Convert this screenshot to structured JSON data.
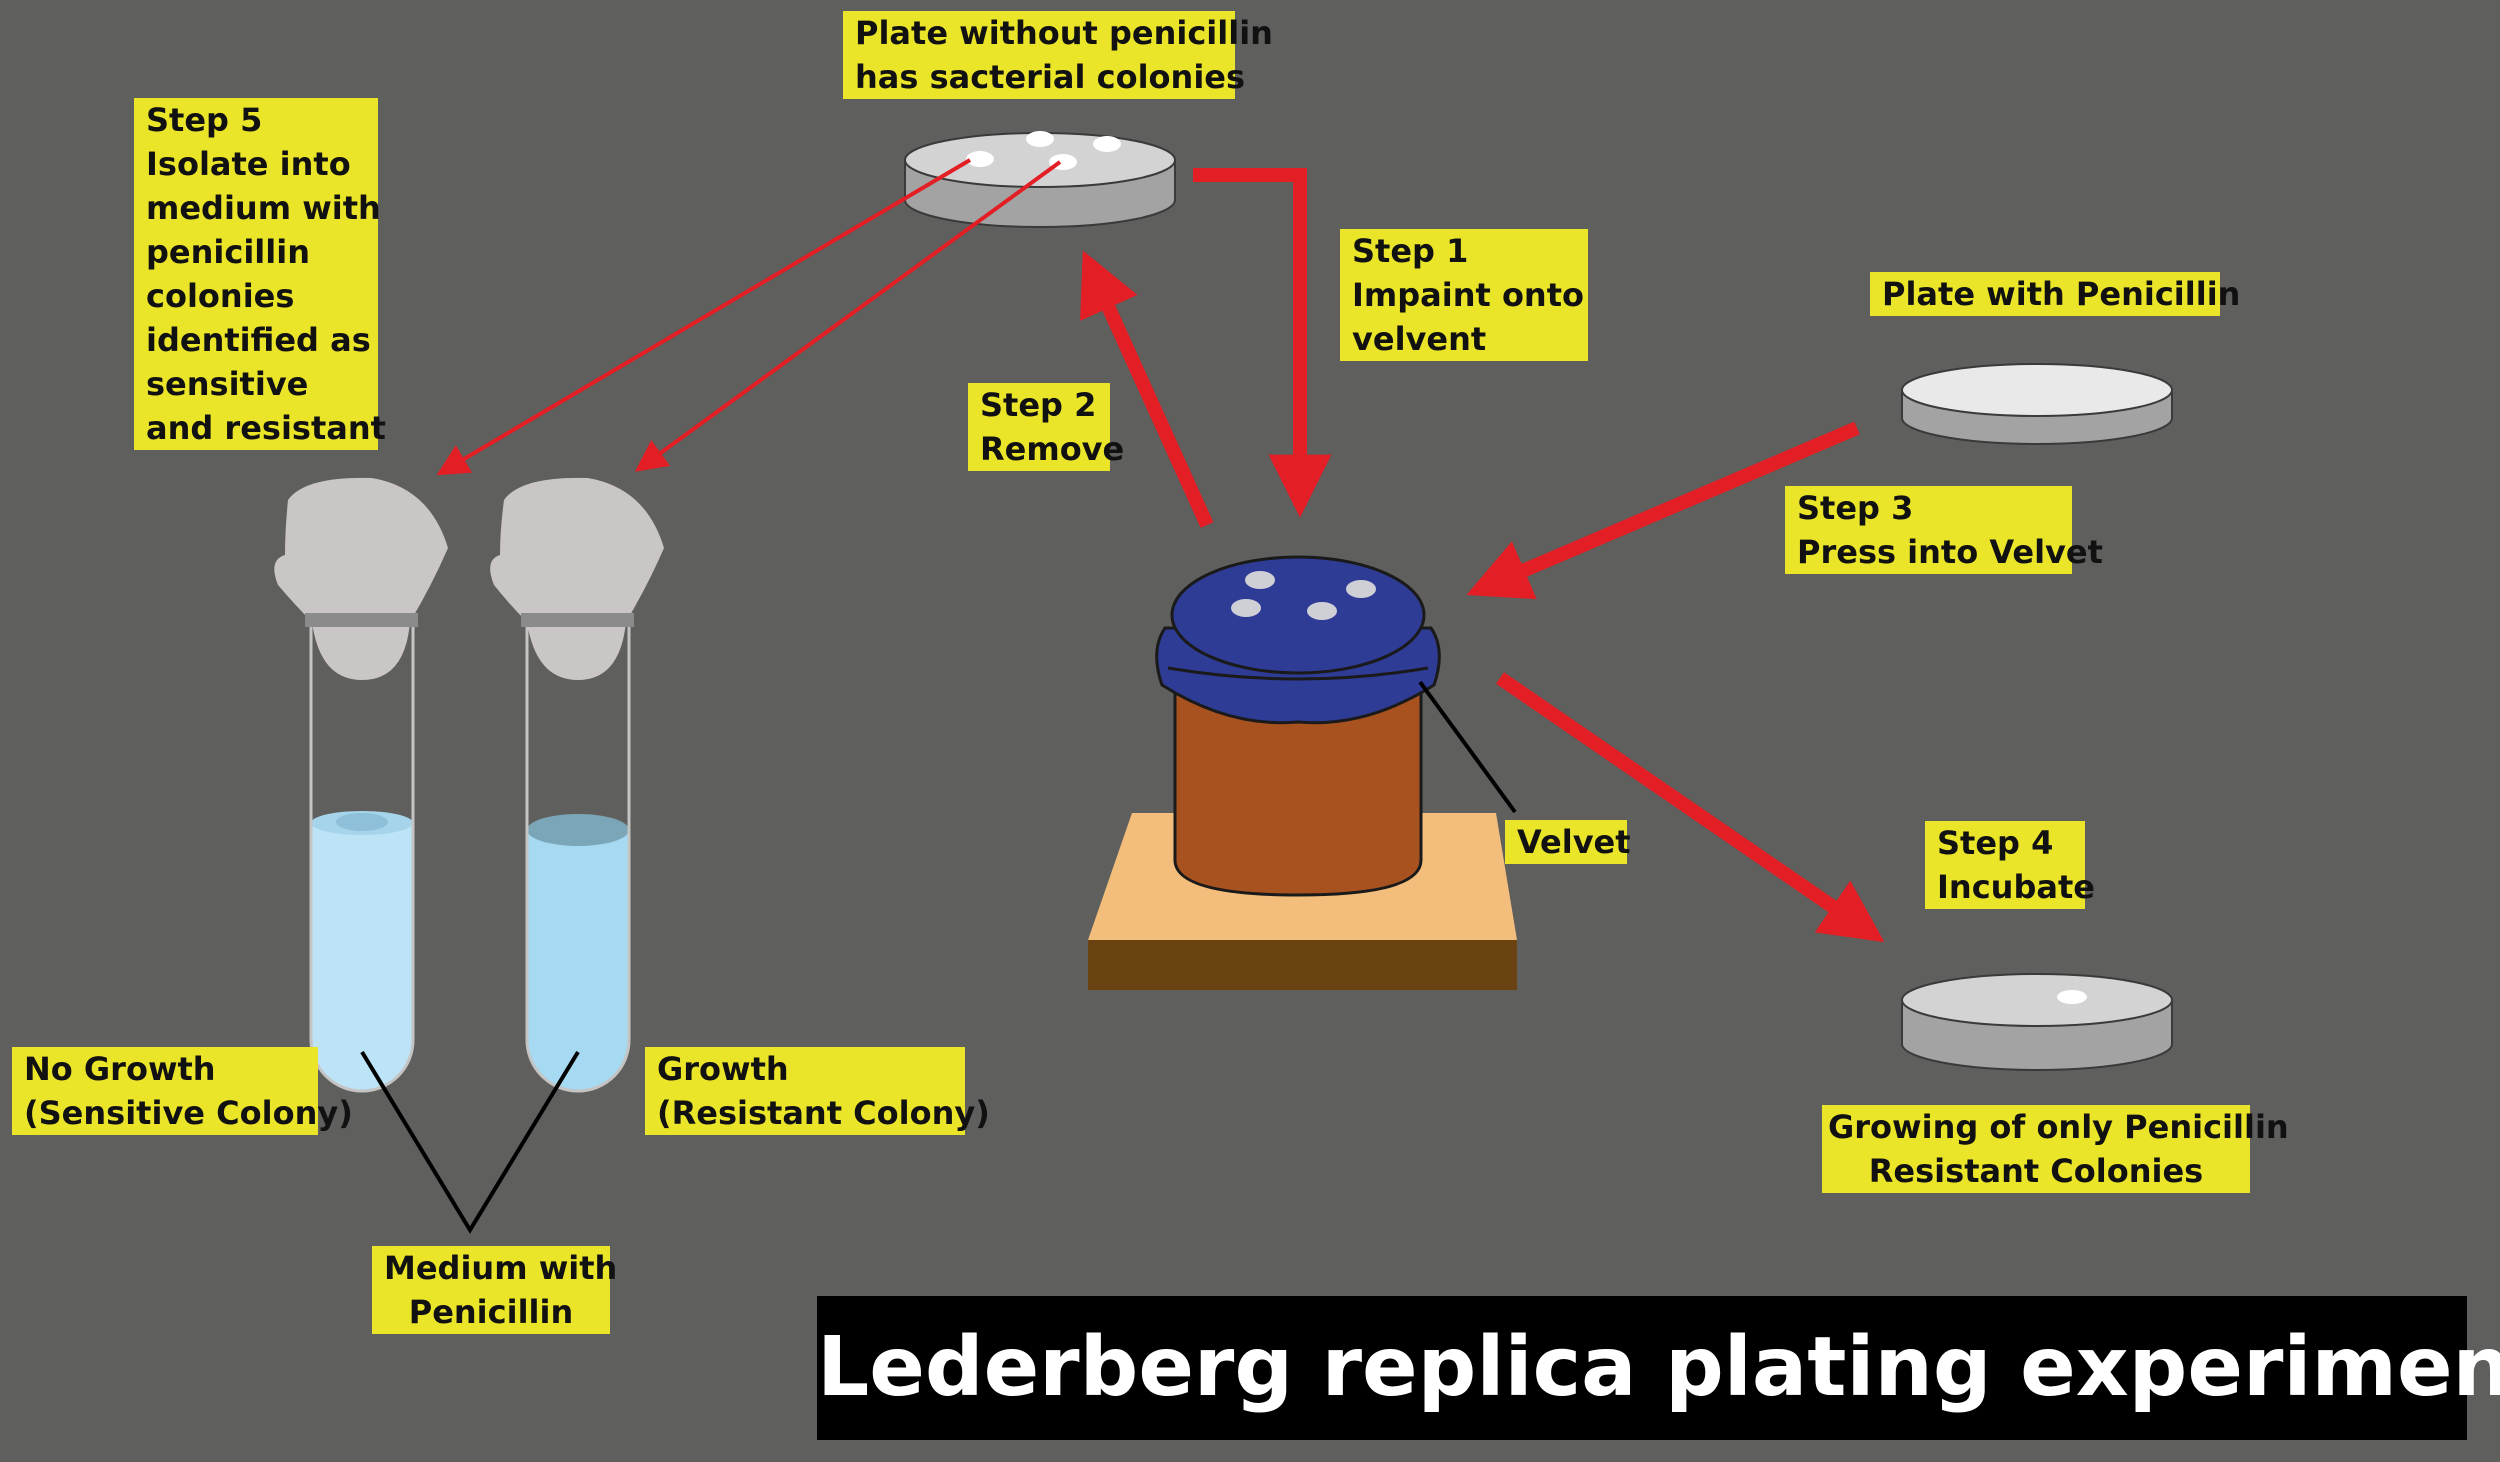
{
  "title": "Lederberg replica plating experiment",
  "labels": {
    "plate_without_penicillin": [
      "Plate without penicillin",
      "has sacterial colonies"
    ],
    "step1": [
      "Step 1",
      "Impaint onto",
      "velvent"
    ],
    "step2": [
      "Step 2",
      "Remove"
    ],
    "plate_with_penicillin": [
      "Plate with Penicillin"
    ],
    "step3": [
      "Step 3",
      "Press into Velvet"
    ],
    "velvet": [
      "Velvet"
    ],
    "step4": [
      "Step 4",
      "Incubate"
    ],
    "growing_resistant": [
      "Growing of only Penicillin",
      "Resistant Colonies"
    ],
    "step5": [
      "Step 5",
      "Isolate into",
      "medium with",
      "penicillin",
      "colonies",
      "identified as",
      "sensitive",
      "and resistant"
    ],
    "no_growth": [
      "No Growth",
      "(Sensitive Colony)"
    ],
    "growth": [
      "Growth",
      "(Resistant Colony)"
    ],
    "medium_with_penicillin": [
      "Medium with",
      "Penicillin"
    ]
  },
  "colors": {
    "background": "#5f5f5e",
    "label_fill": "#ebe52a",
    "arrow": "#e31e24",
    "velvet": "#2f3c96",
    "jar": "#a8521f",
    "base_top": "#f3be7c",
    "base_side": "#6b4212",
    "medium_clear": "#bde3f7",
    "medium_growth": "#a6daf2",
    "stopper": "#cbc6c6"
  }
}
